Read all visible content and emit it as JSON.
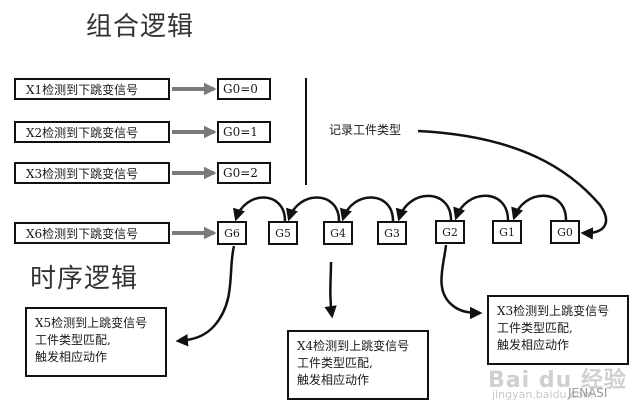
{
  "titles": {
    "combinational": "组合逻辑",
    "sequential": "时序逻辑"
  },
  "inputs": [
    {
      "label": "X1检测到下跳变信号",
      "target": "G0=0"
    },
    {
      "label": "X2检测到下跳变信号",
      "target": "G0=1"
    },
    {
      "label": "X3检测到下跳变信号",
      "target": "G0=2"
    },
    {
      "label": "X6检测到下跳变信号",
      "target": "G6"
    }
  ],
  "registers": [
    "G6",
    "G5",
    "G4",
    "G3",
    "G2",
    "G1",
    "G0"
  ],
  "record_label": "记录工件类型",
  "outputs": [
    {
      "line1": "X5检测到上跳变信号",
      "line2": "工件类型匹配,",
      "line3": "触发相应动作"
    },
    {
      "line1": "X4检测到上跳变信号",
      "line2": "工件类型匹配,",
      "line3": "触发相应动作"
    },
    {
      "line1": "X3检测到上跳变信号",
      "line2": "工件类型匹配,",
      "line3": "触发相应动作"
    }
  ],
  "watermark": {
    "brand": "Bai du 经验",
    "sub": "jingyan.baidu.com",
    "author": "JENASI"
  },
  "colors": {
    "line": "#111111",
    "input_arrow": "#7a7a7a"
  }
}
